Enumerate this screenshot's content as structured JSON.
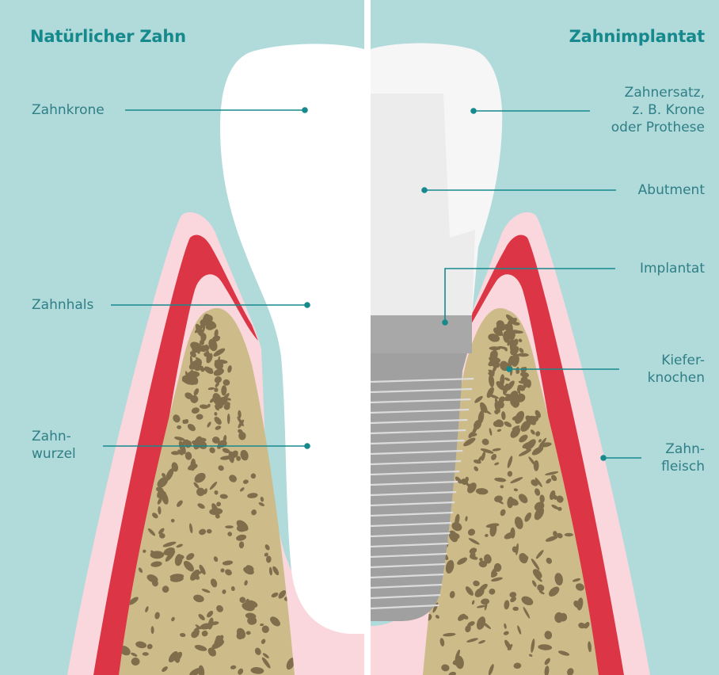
{
  "panels": {
    "left_title": "Natürlicher Zahn",
    "right_title": "Zahnimplantat"
  },
  "labels_left": [
    {
      "key": "crown",
      "lines": [
        "Zahnkrone"
      ]
    },
    {
      "key": "neck",
      "lines": [
        "Zahnhals"
      ]
    },
    {
      "key": "root",
      "lines": [
        "Zahn-",
        "wurzel"
      ]
    }
  ],
  "labels_right": [
    {
      "key": "prosthesis",
      "lines": [
        "Zahnersatz,",
        "z. B. Krone",
        "oder Prothese"
      ]
    },
    {
      "key": "abutment",
      "lines": [
        "Abutment"
      ]
    },
    {
      "key": "implant",
      "lines": [
        "Implantat"
      ]
    },
    {
      "key": "bone",
      "lines": [
        "Kiefer-",
        "knochen"
      ]
    },
    {
      "key": "gum",
      "lines": [
        "Zahn-",
        "fleisch"
      ]
    }
  ],
  "colors": {
    "background": "#b1dadb",
    "title": "#16898c",
    "label": "#2f7f86",
    "leader_line": "#16898c",
    "gum_outer": "#f9d7dc",
    "gum_red": "#dc3545",
    "bone": "#cdbb8a",
    "bone_spots": "#7f6d4c",
    "tooth": "#ffffff",
    "abutment": "#eeeeee",
    "implant": "#9e9e9e"
  }
}
